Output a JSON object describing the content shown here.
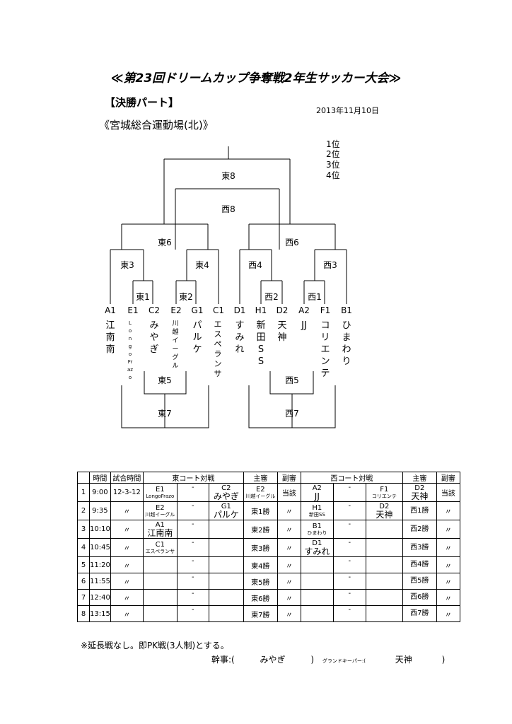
{
  "title": "≪第23回ドリームカップ争奪戦2年生サッカー大会≫",
  "section": "【決勝パート】",
  "date": "2013年11月10日",
  "venue": "《宮城総合運動場(北)》",
  "ranks": [
    "1位",
    "2位",
    "3位",
    "4位"
  ],
  "bracket": {
    "labels": {
      "e8": "東8",
      "w8": "西8",
      "e6": "東6",
      "w6": "西6",
      "e3": "東3",
      "e4": "東4",
      "w4": "西4",
      "w3": "西3",
      "e1": "東1",
      "e2": "東2",
      "w2": "西2",
      "w1": "西1",
      "e5": "東5",
      "w5": "西5",
      "e7": "東7",
      "w7": "西7"
    },
    "teams": [
      {
        "code": "A1",
        "name": "江南南"
      },
      {
        "code": "E1",
        "name": "Longo Frazo"
      },
      {
        "code": "C2",
        "name": "みやぎ"
      },
      {
        "code": "E2",
        "name": "川越イーグル"
      },
      {
        "code": "G1",
        "name": "パルケ"
      },
      {
        "code": "C1",
        "name": "エスペランサ"
      },
      {
        "code": "D1",
        "name": "すみれ"
      },
      {
        "code": "H1",
        "name": "新田SS"
      },
      {
        "code": "D2",
        "name": "天神"
      },
      {
        "code": "A2",
        "name": "JJ"
      },
      {
        "code": "F1",
        "name": "コリエンテ"
      },
      {
        "code": "B1",
        "name": "ひまわり"
      }
    ]
  },
  "schedule": {
    "headers": {
      "time": "時間",
      "match_time": "試合時間",
      "east": "東コート対戦",
      "ref": "主審",
      "sub": "副審",
      "west": "西コート対戦",
      "ref2": "主審",
      "sub2": "副審"
    },
    "rows": [
      {
        "no": "1",
        "time": "9:00",
        "mt": "12-3-12",
        "e_a_code": "E1",
        "e_a": "LongoFrazo",
        "dash1": "-",
        "e_b_code": "C2",
        "e_b": "みやぎ",
        "ref_code": "E2",
        "ref": "川越イーグル",
        "sub": "当該",
        "w_a_code": "A2",
        "w_a": "JJ",
        "dash2": "-",
        "w_b_code": "F1",
        "w_b": "コリエンテ",
        "ref2_code": "D2",
        "ref2": "天神",
        "sub2": "当該"
      },
      {
        "no": "2",
        "time": "9:35",
        "mt": "〃",
        "e_a_code": "E2",
        "e_a": "川越イーグル",
        "dash1": "-",
        "e_b_code": "G1",
        "e_b": "パルケ",
        "ref_code": "",
        "ref": "東1勝",
        "sub": "〃",
        "w_a_code": "H1",
        "w_a": "新田SS",
        "dash2": "-",
        "w_b_code": "D2",
        "w_b": "天神",
        "ref2_code": "",
        "ref2": "西1勝",
        "sub2": "〃"
      },
      {
        "no": "3",
        "time": "10:10",
        "mt": "〃",
        "e_a_code": "A1",
        "e_a": "江南南",
        "dash1": "-",
        "e_b_code": "",
        "e_b": "",
        "ref_code": "",
        "ref": "東2勝",
        "sub": "〃",
        "w_a_code": "B1",
        "w_a": "ひまわり",
        "dash2": "-",
        "w_b_code": "",
        "w_b": "",
        "ref2_code": "",
        "ref2": "西2勝",
        "sub2": "〃"
      },
      {
        "no": "4",
        "time": "10:45",
        "mt": "〃",
        "e_a_code": "C1",
        "e_a": "エスペランサ",
        "dash1": "-",
        "e_b_code": "",
        "e_b": "",
        "ref_code": "",
        "ref": "東3勝",
        "sub": "〃",
        "w_a_code": "D1",
        "w_a": "すみれ",
        "dash2": "-",
        "w_b_code": "",
        "w_b": "",
        "ref2_code": "",
        "ref2": "西3勝",
        "sub2": "〃"
      },
      {
        "no": "5",
        "time": "11:20",
        "mt": "〃",
        "e_a_code": "",
        "e_a": "",
        "dash1": "-",
        "e_b_code": "",
        "e_b": "",
        "ref_code": "",
        "ref": "東4勝",
        "sub": "〃",
        "w_a_code": "",
        "w_a": "",
        "dash2": "-",
        "w_b_code": "",
        "w_b": "",
        "ref2_code": "",
        "ref2": "西4勝",
        "sub2": "〃"
      },
      {
        "no": "6",
        "time": "11:55",
        "mt": "〃",
        "e_a_code": "",
        "e_a": "",
        "dash1": "-",
        "e_b_code": "",
        "e_b": "",
        "ref_code": "",
        "ref": "東5勝",
        "sub": "〃",
        "w_a_code": "",
        "w_a": "",
        "dash2": "-",
        "w_b_code": "",
        "w_b": "",
        "ref2_code": "",
        "ref2": "西5勝",
        "sub2": "〃"
      },
      {
        "no": "7",
        "time": "12:40",
        "mt": "〃",
        "e_a_code": "",
        "e_a": "",
        "dash1": "-",
        "e_b_code": "",
        "e_b": "",
        "ref_code": "",
        "ref": "東6勝",
        "sub": "〃",
        "w_a_code": "",
        "w_a": "",
        "dash2": "-",
        "w_b_code": "",
        "w_b": "",
        "ref2_code": "",
        "ref2": "西6勝",
        "sub2": "〃"
      },
      {
        "no": "8",
        "time": "13:15",
        "mt": "〃",
        "e_a_code": "",
        "e_a": "",
        "dash1": "-",
        "e_b_code": "",
        "e_b": "",
        "ref_code": "",
        "ref": "東7勝",
        "sub": "〃",
        "w_a_code": "",
        "w_a": "",
        "dash2": "-",
        "w_b_code": "",
        "w_b": "",
        "ref2_code": "",
        "ref2": "西7勝",
        "sub2": "〃"
      }
    ]
  },
  "footer": {
    "note": "※延長戦なし。即PK戦(3人制)とする。",
    "kanji_label": "幹事:(",
    "kanji_value": "みやぎ",
    "paren_close": ")",
    "ground_label": "グランドキーパー:(",
    "ground_value": "天神",
    "paren_close2": ")"
  }
}
